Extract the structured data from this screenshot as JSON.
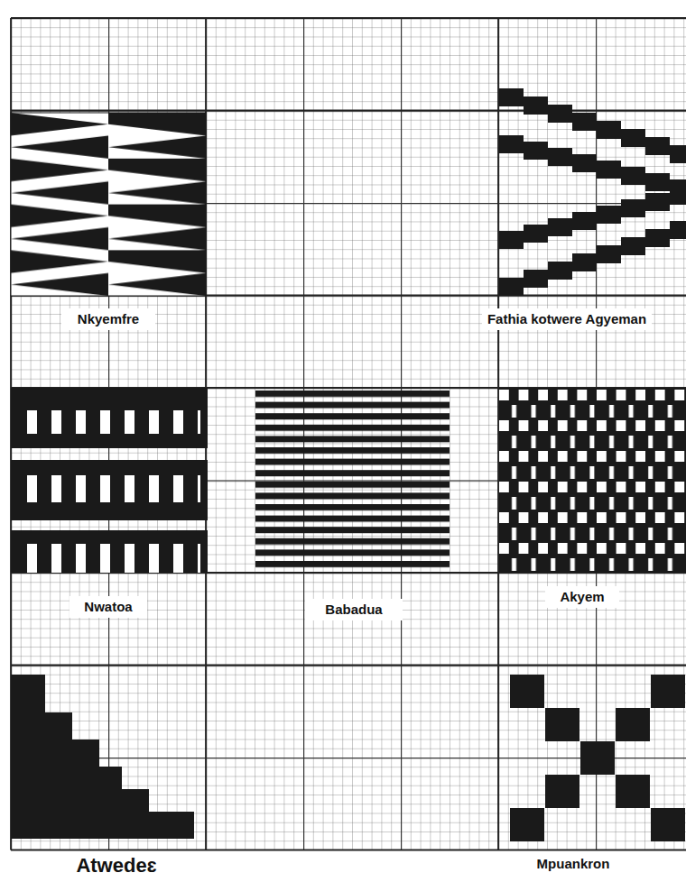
{
  "diagram": {
    "labels": [
      "Nkyemfre",
      "Fathia kotwere Agyeman",
      "Nwatoa",
      "Babadua",
      "Akyem",
      "Atwedeɛ",
      "Mpuankron"
    ]
  }
}
